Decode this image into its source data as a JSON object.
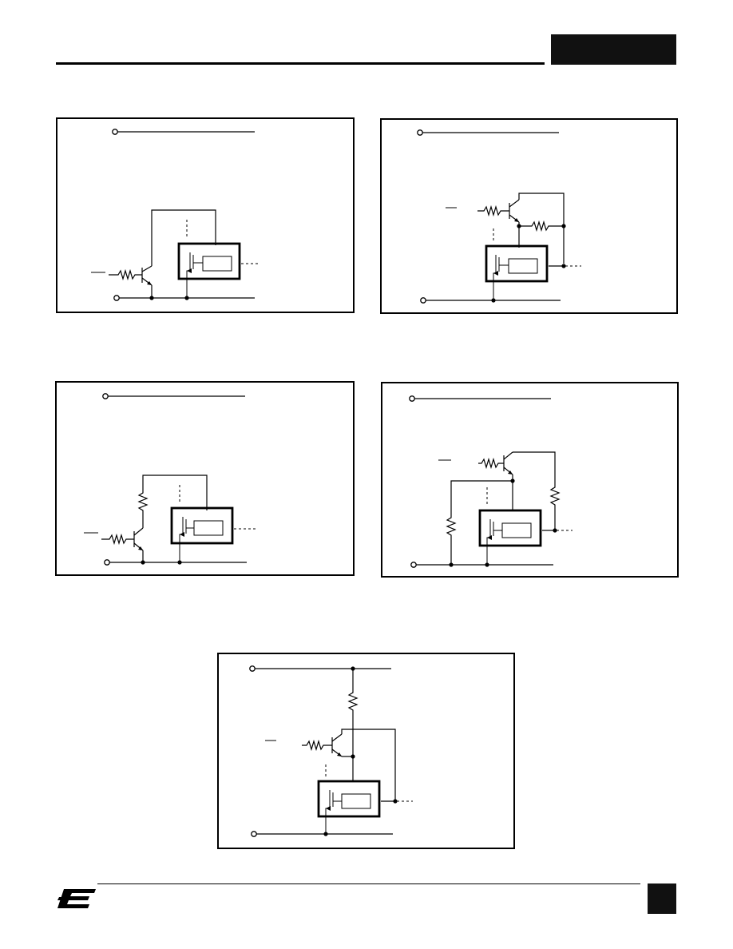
{
  "header": {
    "rule": "header-rule",
    "block": "header-tab"
  },
  "footer": {
    "logo": "company-logo",
    "block": "page-number-tab"
  },
  "figures": [
    {
      "id": "a",
      "topology": "npn-low-side-direct"
    },
    {
      "id": "b",
      "topology": "npn-high-side-with-resistor"
    },
    {
      "id": "c",
      "topology": "npn-low-side-with-collector-resistor"
    },
    {
      "id": "d",
      "topology": "npn-high-side-with-divider"
    },
    {
      "id": "e",
      "topology": "npn-with-pullup-resistor"
    }
  ]
}
